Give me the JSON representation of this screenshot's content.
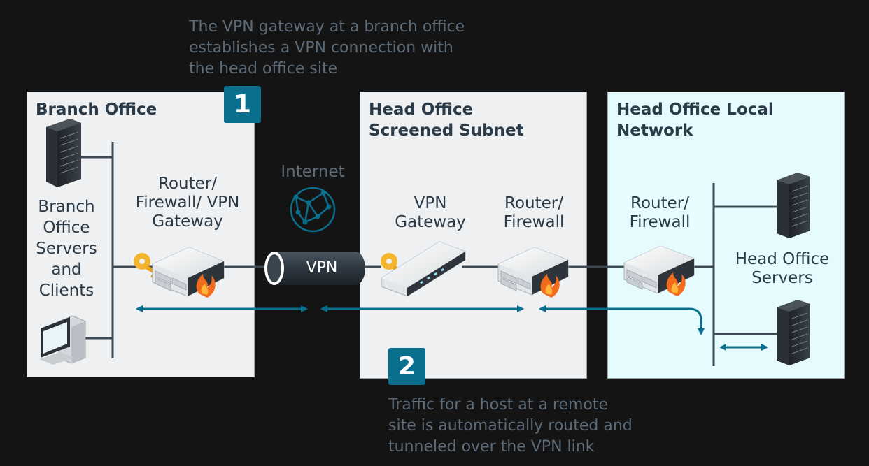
{
  "caption_top": [
    "The VPN gateway at a branch office",
    "establishes a VPN connection with",
    "the head office site"
  ],
  "caption_bottom": [
    "Traffic for a host at a remote",
    "site is automatically routed and",
    "tunneled over the VPN link"
  ],
  "badges": {
    "step1": "1",
    "step2": "2"
  },
  "panels": {
    "branch": {
      "title": [
        "Branch Office"
      ]
    },
    "screened": {
      "title": [
        "Head Office",
        "Screened Subnet"
      ]
    },
    "local": {
      "title": [
        "Head Office Local",
        "Network"
      ]
    }
  },
  "labels": {
    "branch_servers": [
      "Branch",
      "Office",
      "Servers",
      "and",
      "Clients"
    ],
    "branch_router": [
      "Router/",
      "Firewall/ VPN",
      "Gateway"
    ],
    "internet": "Internet",
    "vpn": "VPN",
    "vpn_gateway": [
      "VPN",
      "Gateway"
    ],
    "screened_router": [
      "Router/",
      "Firewall"
    ],
    "local_router": [
      "Router/",
      "Firewall"
    ],
    "head_servers": [
      "Head Office",
      "Servers"
    ]
  },
  "colors": {
    "panel_gray": "#eef0f2",
    "panel_cyan": "#e6fbfe",
    "accent": "#0a6f8c",
    "line": "#3d4a55",
    "caption": "#5d6b78",
    "key": "#f2b52c",
    "flame": "#f26a1b"
  }
}
